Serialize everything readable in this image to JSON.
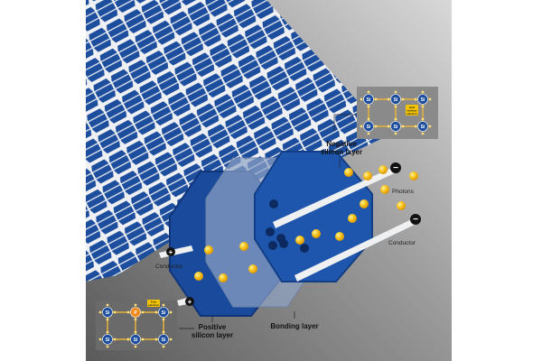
{
  "diagram": {
    "labels": {
      "negative_layer_line1": "Negative",
      "negative_layer_line2": "silicon layer",
      "positive_layer_line1": "Positive",
      "positive_layer_line2": "silicon layer",
      "bonding_layer": "Bonding layer",
      "photons": "Photons",
      "conductor_right": "Conductor",
      "conductor_left": "Conductor"
    },
    "terminals": {
      "negative": "−",
      "positive": "+"
    },
    "top_lattice": {
      "atom": "Si",
      "hole_tag_line1": "Hole",
      "hole_tag_line2": "without",
      "hole_tag_line3": "electron"
    },
    "bottom_lattice": {
      "atom": "Si",
      "dopant": "P",
      "free_tag_line1": "Free",
      "free_tag_line2": "electron"
    },
    "colors": {
      "panel_blue": "#1d4e9e",
      "layer_blue": "#1a4a9c",
      "photon_yellow": "#f5b400",
      "dopant_orange": "#f08a1c"
    }
  }
}
